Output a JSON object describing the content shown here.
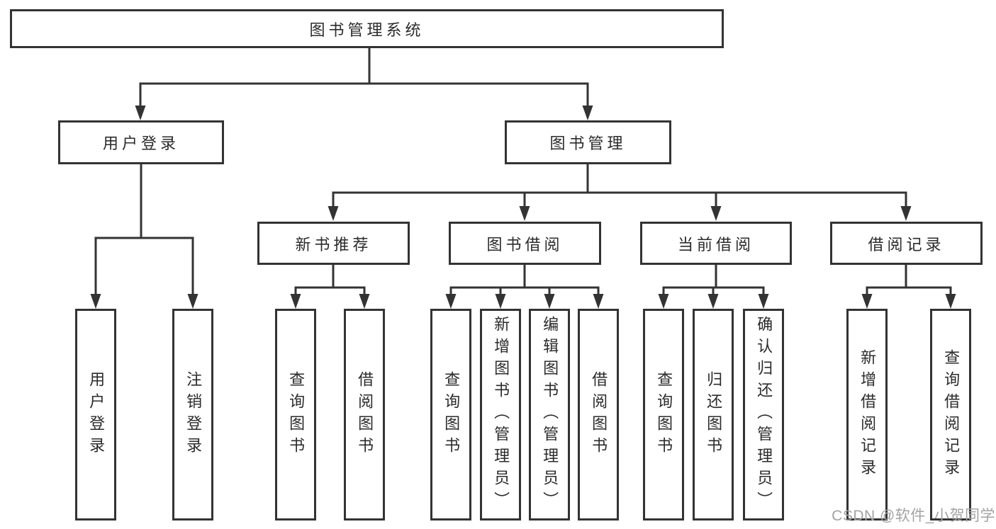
{
  "diagram": {
    "title": "图书管理系统",
    "level2": {
      "user_login": {
        "label": "用户登录"
      },
      "book_management": {
        "label": "图书管理"
      }
    },
    "level3": {
      "new_books": {
        "label": "新书推荐"
      },
      "book_borrow": {
        "label": "图书借阅"
      },
      "current_borrow": {
        "label": "当前借阅"
      },
      "borrow_records": {
        "label": "借阅记录"
      }
    },
    "leaves": {
      "user_login": [
        {
          "label": "用户登录"
        },
        {
          "label": "注销登录"
        }
      ],
      "new_books": [
        {
          "label": "查询图书"
        },
        {
          "label": "借阅图书"
        }
      ],
      "book_borrow": [
        {
          "label": "查询图书"
        },
        {
          "label": "新增图书（管理员）"
        },
        {
          "label": "编辑图书（管理员）"
        },
        {
          "label": "借阅图书"
        }
      ],
      "current_borrow": [
        {
          "label": "查询图书"
        },
        {
          "label": "归还图书"
        },
        {
          "label": "确认归还（管理员）"
        }
      ],
      "borrow_records": [
        {
          "label": "新增借阅记录"
        },
        {
          "label": "查询借阅记录"
        }
      ]
    }
  },
  "watermark": "CSDN @软件_小贺同学",
  "colors": {
    "line": "#333333",
    "box_border": "#333333",
    "text": "#2b2b2b",
    "watermark": "#a3a3a3",
    "background": "#ffffff"
  }
}
